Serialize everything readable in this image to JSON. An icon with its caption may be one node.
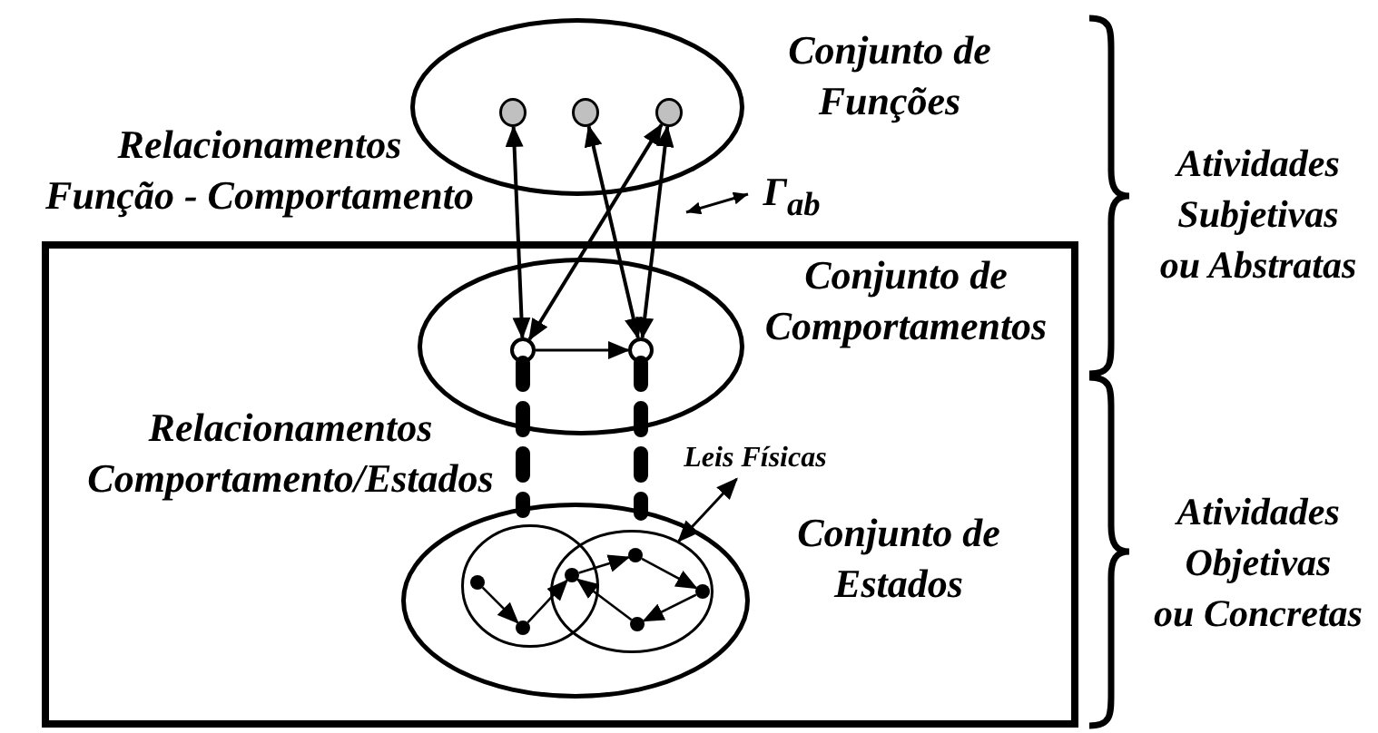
{
  "diagram": {
    "nodes": [
      {
        "text": [],
        "shape": "ellipse",
        "beside": [
          "Conjunto de Funções"
        ]
      },
      {
        "text": [],
        "shape": "circle",
        "in": 0
      },
      {
        "text": [],
        "shape": "circle",
        "in": 0
      },
      {
        "text": [],
        "shape": "circle",
        "in": 0
      },
      {
        "text": [],
        "shape": "box"
      },
      {
        "text": [],
        "shape": "ellipse",
        "in": 4,
        "beside": [
          "Conjunto de Comportamentos"
        ]
      },
      {
        "text": [],
        "shape": "circle",
        "in": 5
      },
      {
        "text": [],
        "shape": "circle",
        "in": 5
      },
      {
        "text": [],
        "shape": "ellipse",
        "in": 4,
        "beside": [
          "Conjunto de Estados"
        ]
      },
      {
        "text": [],
        "shape": "circle",
        "in": 8
      },
      {
        "text": [],
        "shape": "circle",
        "in": 8
      },
      {
        "text": [],
        "shape": "circle",
        "in": 9
      },
      {
        "text": [],
        "shape": "circle",
        "in": 9
      },
      {
        "text": [],
        "shape": "circle"
      },
      {
        "text": [],
        "shape": "circle",
        "in": 10
      },
      {
        "text": [],
        "shape": "circle",
        "in": 10
      },
      {
        "text": [],
        "shape": "circle",
        "in": 10
      },
      {
        "text": [
          "Leis Físicas"
        ],
        "in": 4
      }
    ],
    "edges": [
      {
        "from": 1,
        "to": 6,
        "arrow": "both"
      },
      {
        "from": 2,
        "to": 7,
        "arrow": "both"
      },
      {
        "from": 3,
        "to": 6,
        "arrow": "both"
      },
      {
        "from": 3,
        "to": 7,
        "arrow": "both"
      },
      {
        "from": 6,
        "to": 7,
        "arrow": "to"
      },
      {
        "from": 6,
        "to": 8,
        "arrow": "none",
        "style": "dashed"
      },
      {
        "from": 7,
        "to": 8,
        "arrow": "none",
        "style": "dashed"
      },
      {
        "from": 11,
        "to": 12,
        "arrow": "to"
      },
      {
        "from": 12,
        "to": 13,
        "arrow": "to"
      },
      {
        "from": 13,
        "to": 14,
        "arrow": "to"
      },
      {
        "from": 14,
        "to": 15,
        "arrow": "to"
      },
      {
        "from": 15,
        "to": 16,
        "arrow": "to"
      },
      {
        "from": 16,
        "to": 13,
        "arrow": "to"
      },
      {
        "from": 17,
        "to": 10,
        "arrow": "both"
      }
    ],
    "labels": [
      "Relacionamentos Função - Comportamento",
      "Γ$_{ab}$",
      "Atividades Subjetivas ou Abstratas",
      "Relacionamentos Comportamento/Estados",
      "Atividades Objetivas ou Concretas"
    ]
  }
}
